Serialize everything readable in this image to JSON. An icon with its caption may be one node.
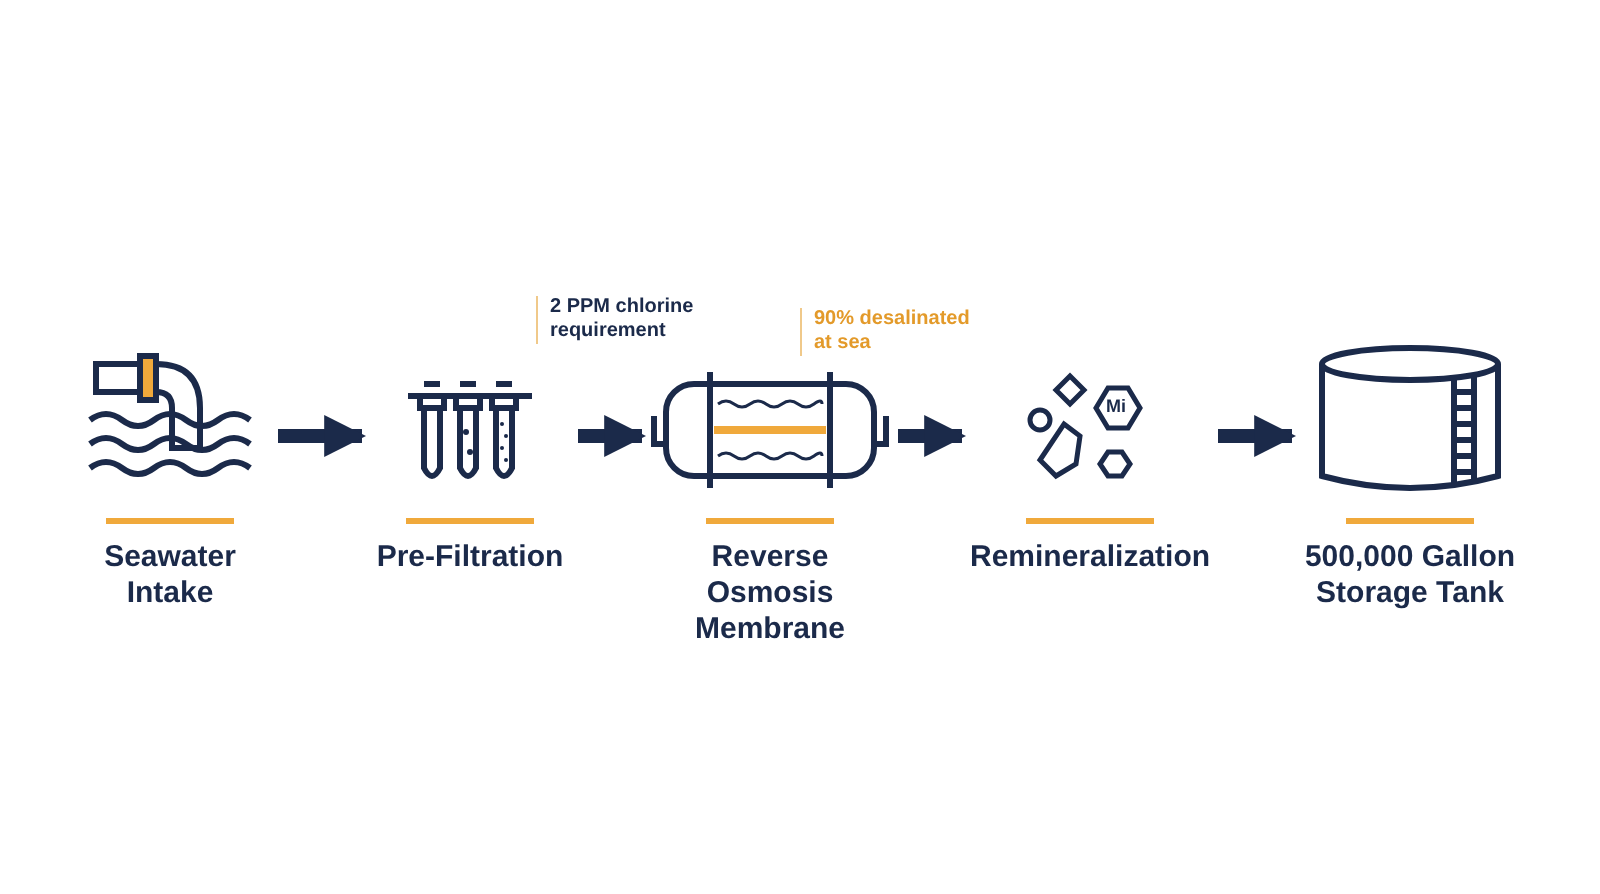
{
  "diagram": {
    "nodes": [
      {
        "text": [
          "Seawater Intake"
        ]
      },
      {
        "text": [
          "Pre-Filtration"
        ],
        "beside": [
          "2 PPM chlorine requirement"
        ]
      },
      {
        "text": [
          "Reverse Osmosis Membrane"
        ],
        "beside": [
          "90% desalinated at sea"
        ]
      },
      {
        "text": [
          "Remineralization"
        ]
      },
      {
        "text": [
          "500,000 Gallon Storage Tank"
        ]
      }
    ],
    "edges": [
      {
        "from": 0,
        "to": 1,
        "arrow": "to"
      },
      {
        "from": 1,
        "to": 2,
        "arrow": "to"
      },
      {
        "from": 2,
        "to": 3,
        "arrow": "to"
      },
      {
        "from": 3,
        "to": 4,
        "arrow": "to"
      }
    ],
    "labels": [
      "Mi"
    ]
  }
}
